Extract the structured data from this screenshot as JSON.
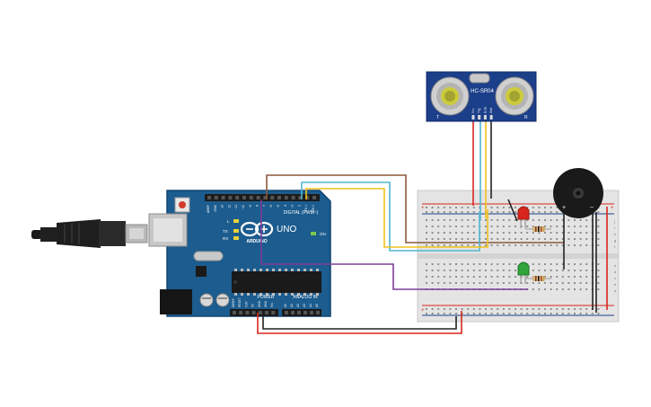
{
  "circuit": {
    "arduino": {
      "brand": "ARDUINO",
      "model": "UNO",
      "digital_header": "DIGITAL (PWM~)",
      "power_header": "POWER",
      "analog_header": "ANALOG IN",
      "led_labels": [
        "L",
        "TX",
        "RX",
        "ON"
      ],
      "top_pins": [
        "AREF",
        "GND",
        "13",
        "12",
        "~11",
        "~10",
        "~9",
        "8",
        "7",
        "~6",
        "~5",
        "4",
        "~3",
        "2",
        "TX 1",
        "RX 0"
      ],
      "power_pins": [
        "IOREF",
        "RESET",
        "3.3V",
        "5V",
        "GND",
        "GND",
        "Vin"
      ],
      "analog_pins": [
        "A0",
        "A1",
        "A2",
        "A3",
        "A4",
        "A5"
      ],
      "board_color": "#1c5c8e"
    },
    "sensor": {
      "name": "HC-SR04",
      "pins": [
        "Vcc",
        "Trig",
        "Echo",
        "Gnd"
      ],
      "left_mark": "T",
      "right_mark": "R",
      "board_color": "#1c3f8a"
    },
    "buzzer": {
      "plus_label": "+",
      "minus_label": "−"
    },
    "breadboard": {
      "rows_right": [
        "j",
        "i",
        "h",
        "g",
        "f",
        "e",
        "d",
        "c",
        "b",
        "a"
      ],
      "plus_label": "+",
      "minus_label": "−"
    },
    "leds": [
      {
        "name": "red-led",
        "color": "#d8261c"
      },
      {
        "name": "green-led",
        "color": "#2fa53a"
      }
    ],
    "wire_colors": {
      "brown": "#8b5a3c",
      "cyan": "#4fb6d0",
      "yellow": "#f2c21b",
      "purple": "#7d3c98",
      "red": "#d8261c",
      "black": "#222222"
    }
  }
}
